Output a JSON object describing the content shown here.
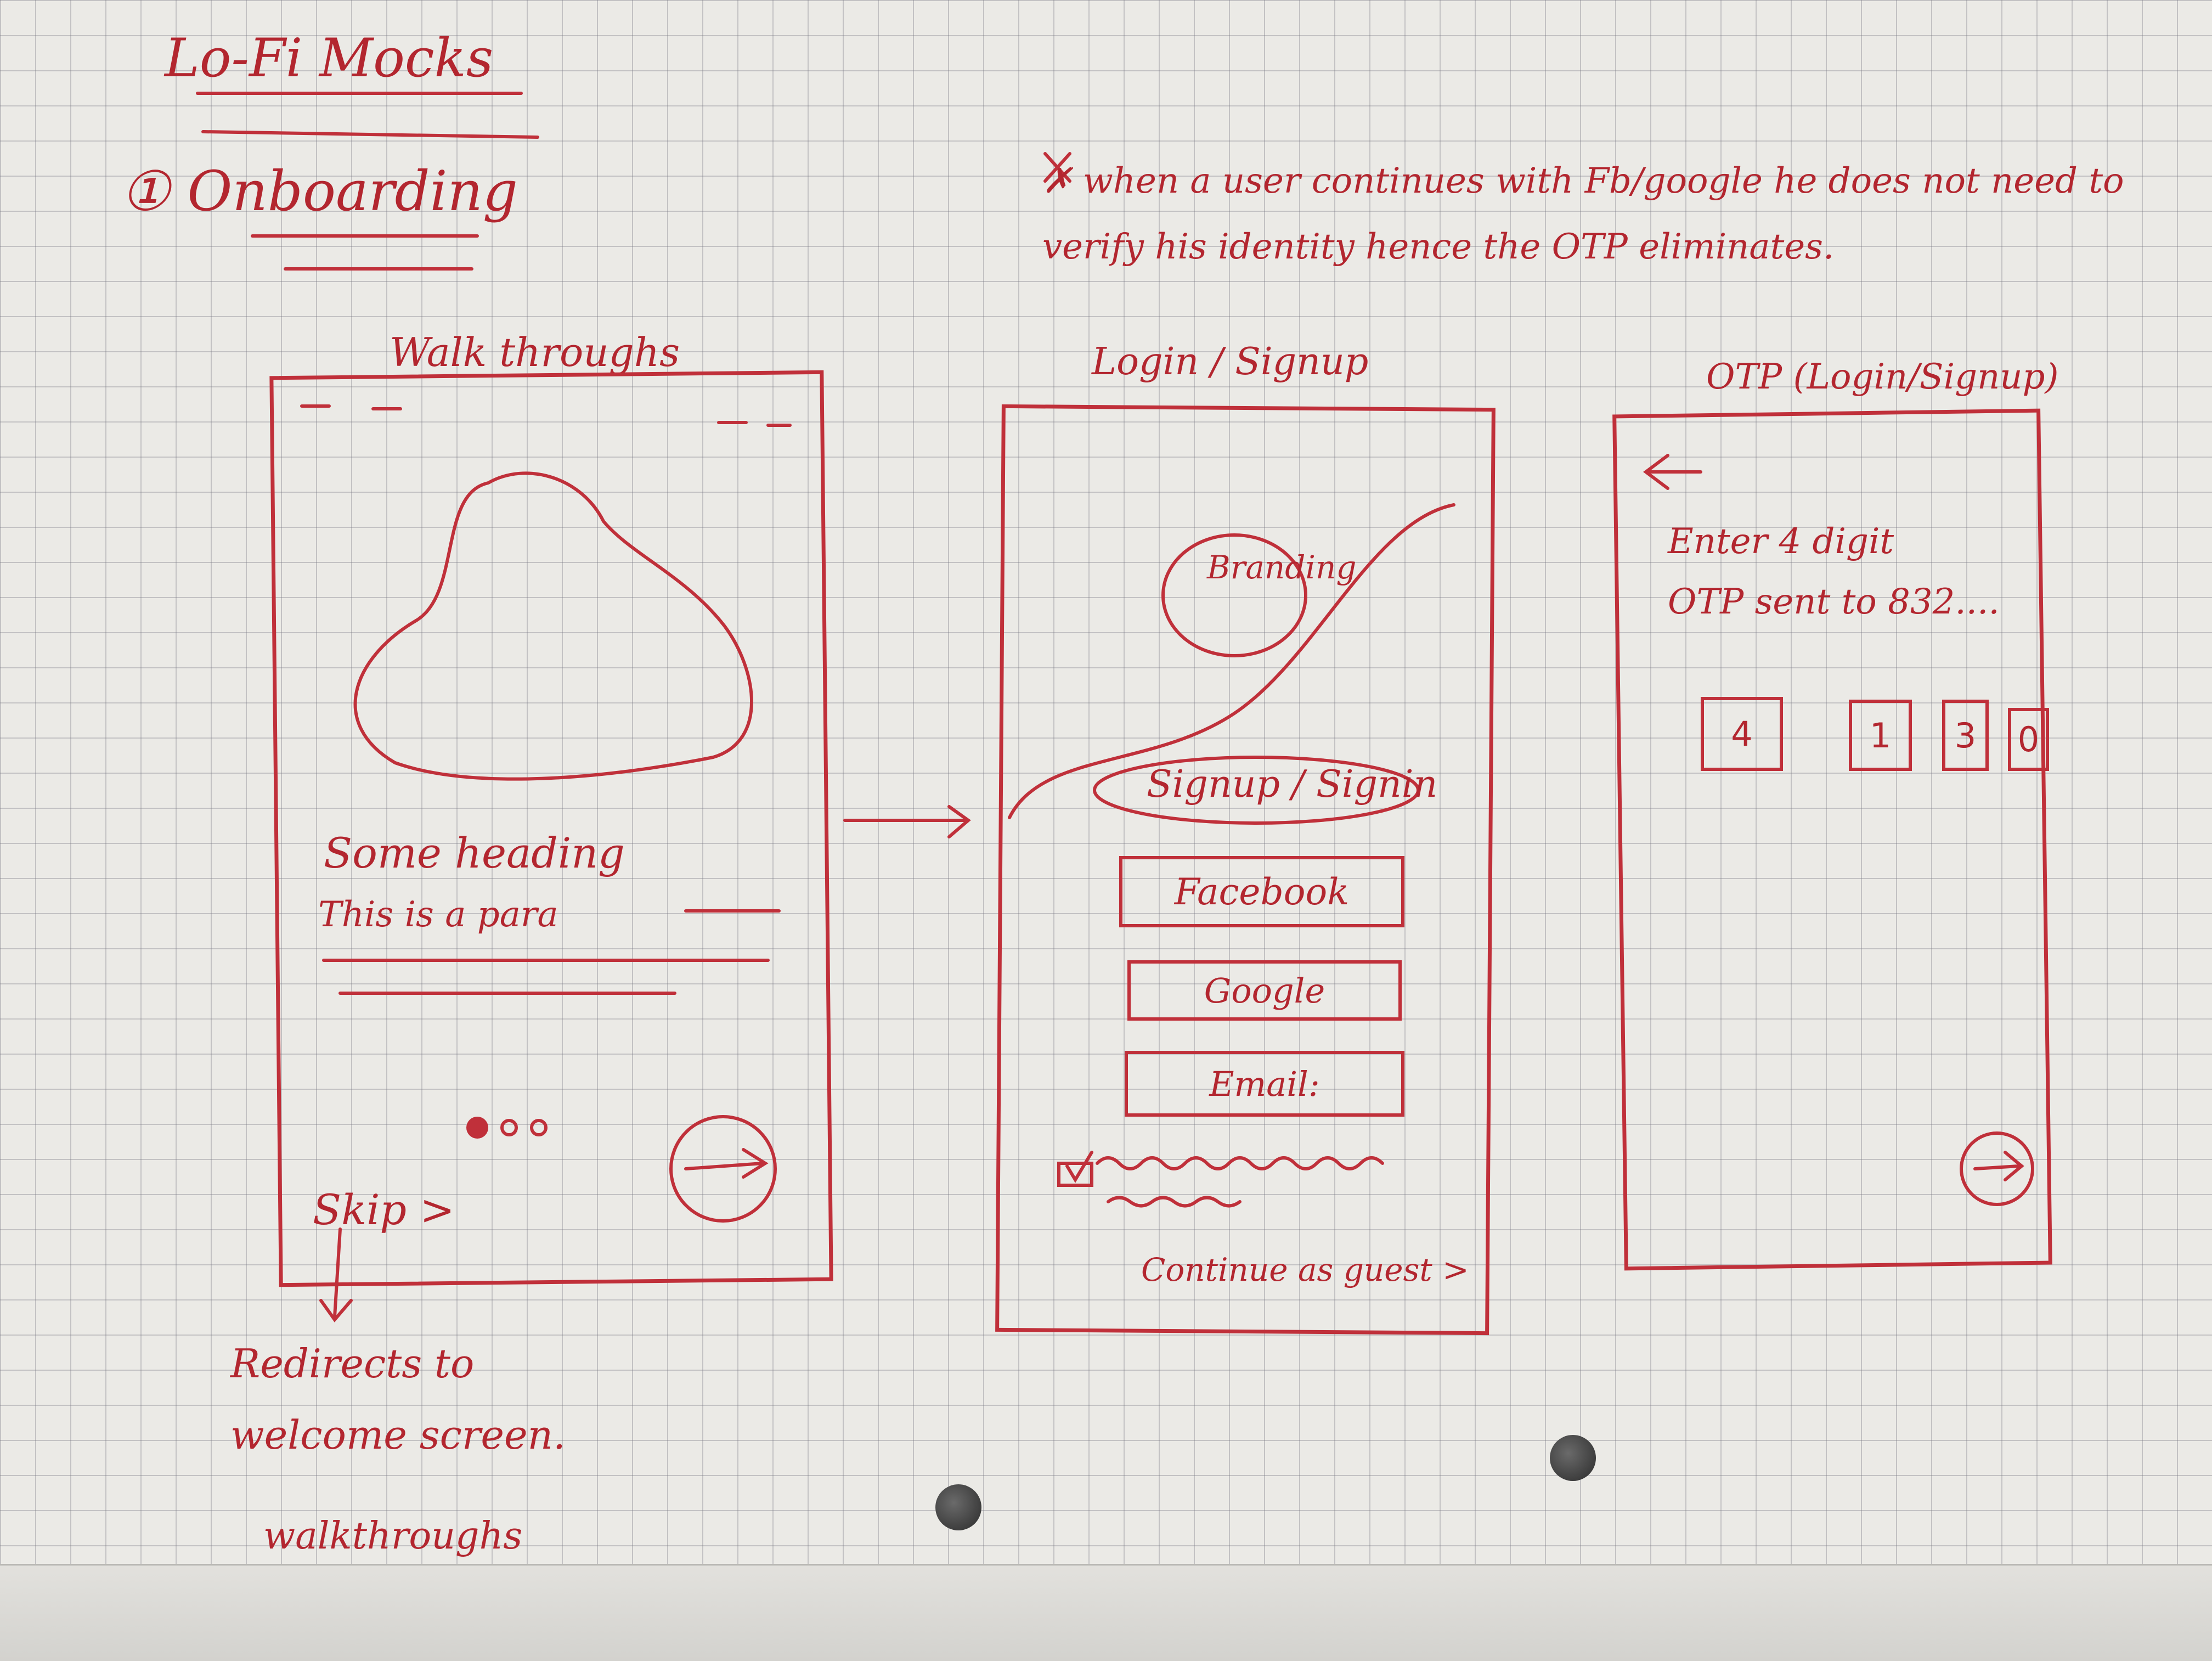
{
  "sheet": {
    "title": "Lo-Fi Mocks",
    "section": "① Onboarding",
    "note": "✗ when a user continues with Fb/google he does not need to verify his identity hence the OTP eliminates."
  },
  "walkthrough": {
    "label": "Walk throughs",
    "heading": "Some heading",
    "para": "This is a para",
    "skip": "Skip >",
    "redirect_note": "Redirects to welcome screen.",
    "bottom_note": "walkthroughs"
  },
  "login": {
    "label": "Login / Signup",
    "branding": "Branding",
    "signup_signin": "Signup / Signin",
    "facebook": "Facebook",
    "google": "Google",
    "email": "Email:",
    "guest": "Continue as guest >"
  },
  "otp": {
    "label": "OTP (Login/Signup)",
    "back": "←",
    "instruction_line1": "Enter 4 digit",
    "instruction_line2": "OTP sent to 832....",
    "digits": [
      "4",
      "1",
      "3",
      "0"
    ],
    "next": "→"
  },
  "colors": {
    "ink": "#b3262f",
    "paper": "#ebeae6"
  }
}
